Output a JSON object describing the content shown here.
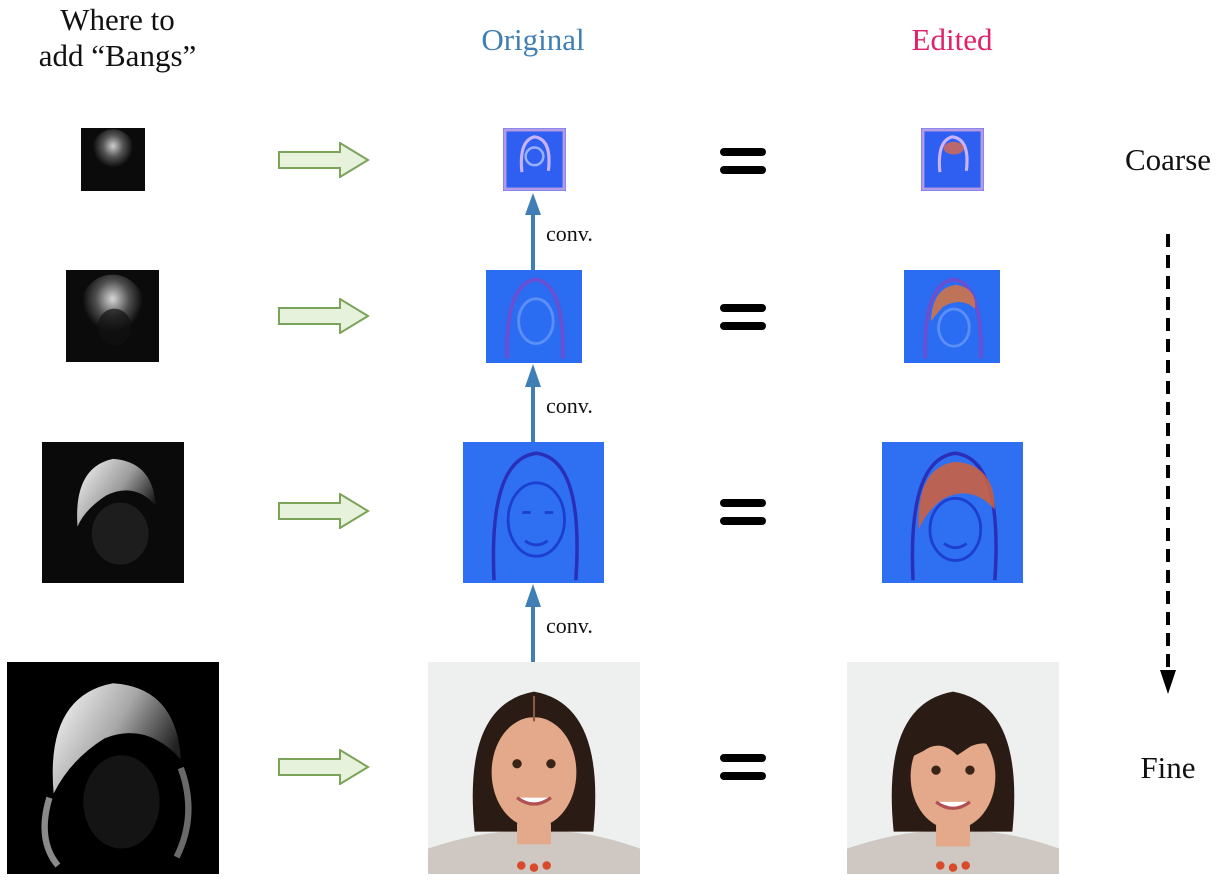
{
  "header": {
    "left_line1": "Where to",
    "left_line2": "add “Bangs”",
    "original": "Original",
    "edited": "Edited"
  },
  "colors": {
    "original": "#3f7fb5",
    "edited": "#e0216b",
    "flow_arrow": "#3f7fb5",
    "hollow_arrow_fill": "#e6f2dc",
    "hollow_arrow_stroke": "#7ba35a"
  },
  "scale": {
    "coarse": "Coarse",
    "fine": "Fine"
  },
  "conv_labels": [
    "conv.",
    "conv.",
    "conv."
  ],
  "icons": {
    "row_arrow": "hollow-right-arrow-icon",
    "equals": "equals-icon",
    "flow_arrow": "up-arrow-icon",
    "scale_arrow": "dashed-down-arrow-icon"
  },
  "rows": [
    {
      "level": "coarse"
    },
    {
      "level": "mid"
    },
    {
      "level": "fine-feature"
    },
    {
      "level": "image"
    }
  ]
}
